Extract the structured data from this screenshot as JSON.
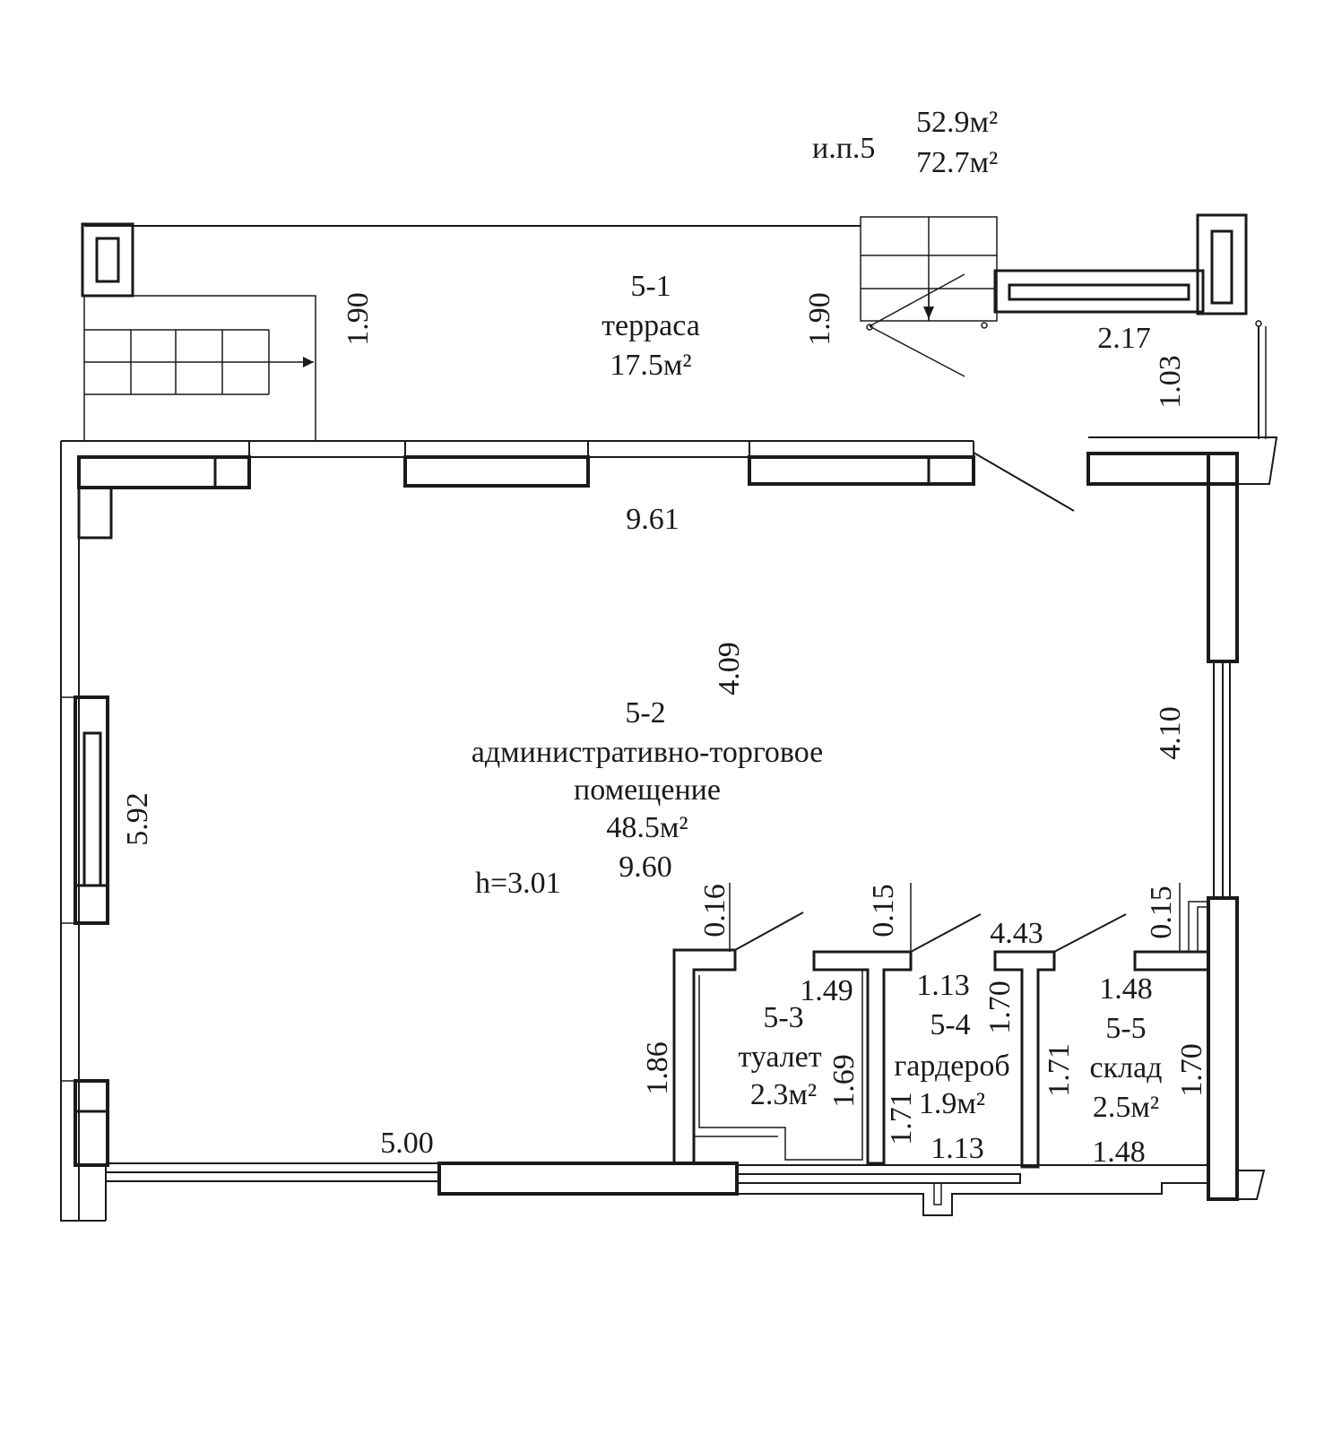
{
  "header": {
    "unit_label": "и.п.5",
    "area_total_1": "52.9м²",
    "area_total_2": "72.7м²"
  },
  "rooms": {
    "terrace": {
      "id": "5-1",
      "name": "терраса",
      "area": "17.5м²"
    },
    "main": {
      "id": "5-2",
      "name_line1": "административно-торговое",
      "name_line2": "помещение",
      "area": "48.5м²"
    },
    "toilet": {
      "id": "5-3",
      "name": "туалет",
      "area": "2.3м²"
    },
    "wardrobe": {
      "id": "5-4",
      "name": "гардероб",
      "area": "1.9м²"
    },
    "storage": {
      "id": "5-5",
      "name": "склад",
      "area": "2.5м²"
    }
  },
  "ceiling_height": "h=3.01",
  "dimensions": {
    "terrace_h_left": "1.90",
    "terrace_h_right": "1.90",
    "terrace_w_right": "2.17",
    "terrace_ext": "1.03",
    "main_top": "9.61",
    "main_h_center": "4.09",
    "main_right": "4.10",
    "main_left": "5.92",
    "main_bottom": "9.60",
    "bottom_left": "5.00",
    "wall_016": "0.16",
    "wall_015_a": "0.15",
    "wall_015_b": "0.15",
    "span_443": "4.43",
    "toilet_w": "1.49",
    "toilet_h": "1.69",
    "toilet_h_left": "1.86",
    "wardrobe_w_top": "1.13",
    "wardrobe_w_bottom": "1.13",
    "wardrobe_h_left": "1.71",
    "wardrobe_h_right": "1.70",
    "storage_w_top": "1.48",
    "storage_w_bottom": "1.48",
    "storage_h_left": "1.71",
    "storage_h_right": "1.70"
  }
}
